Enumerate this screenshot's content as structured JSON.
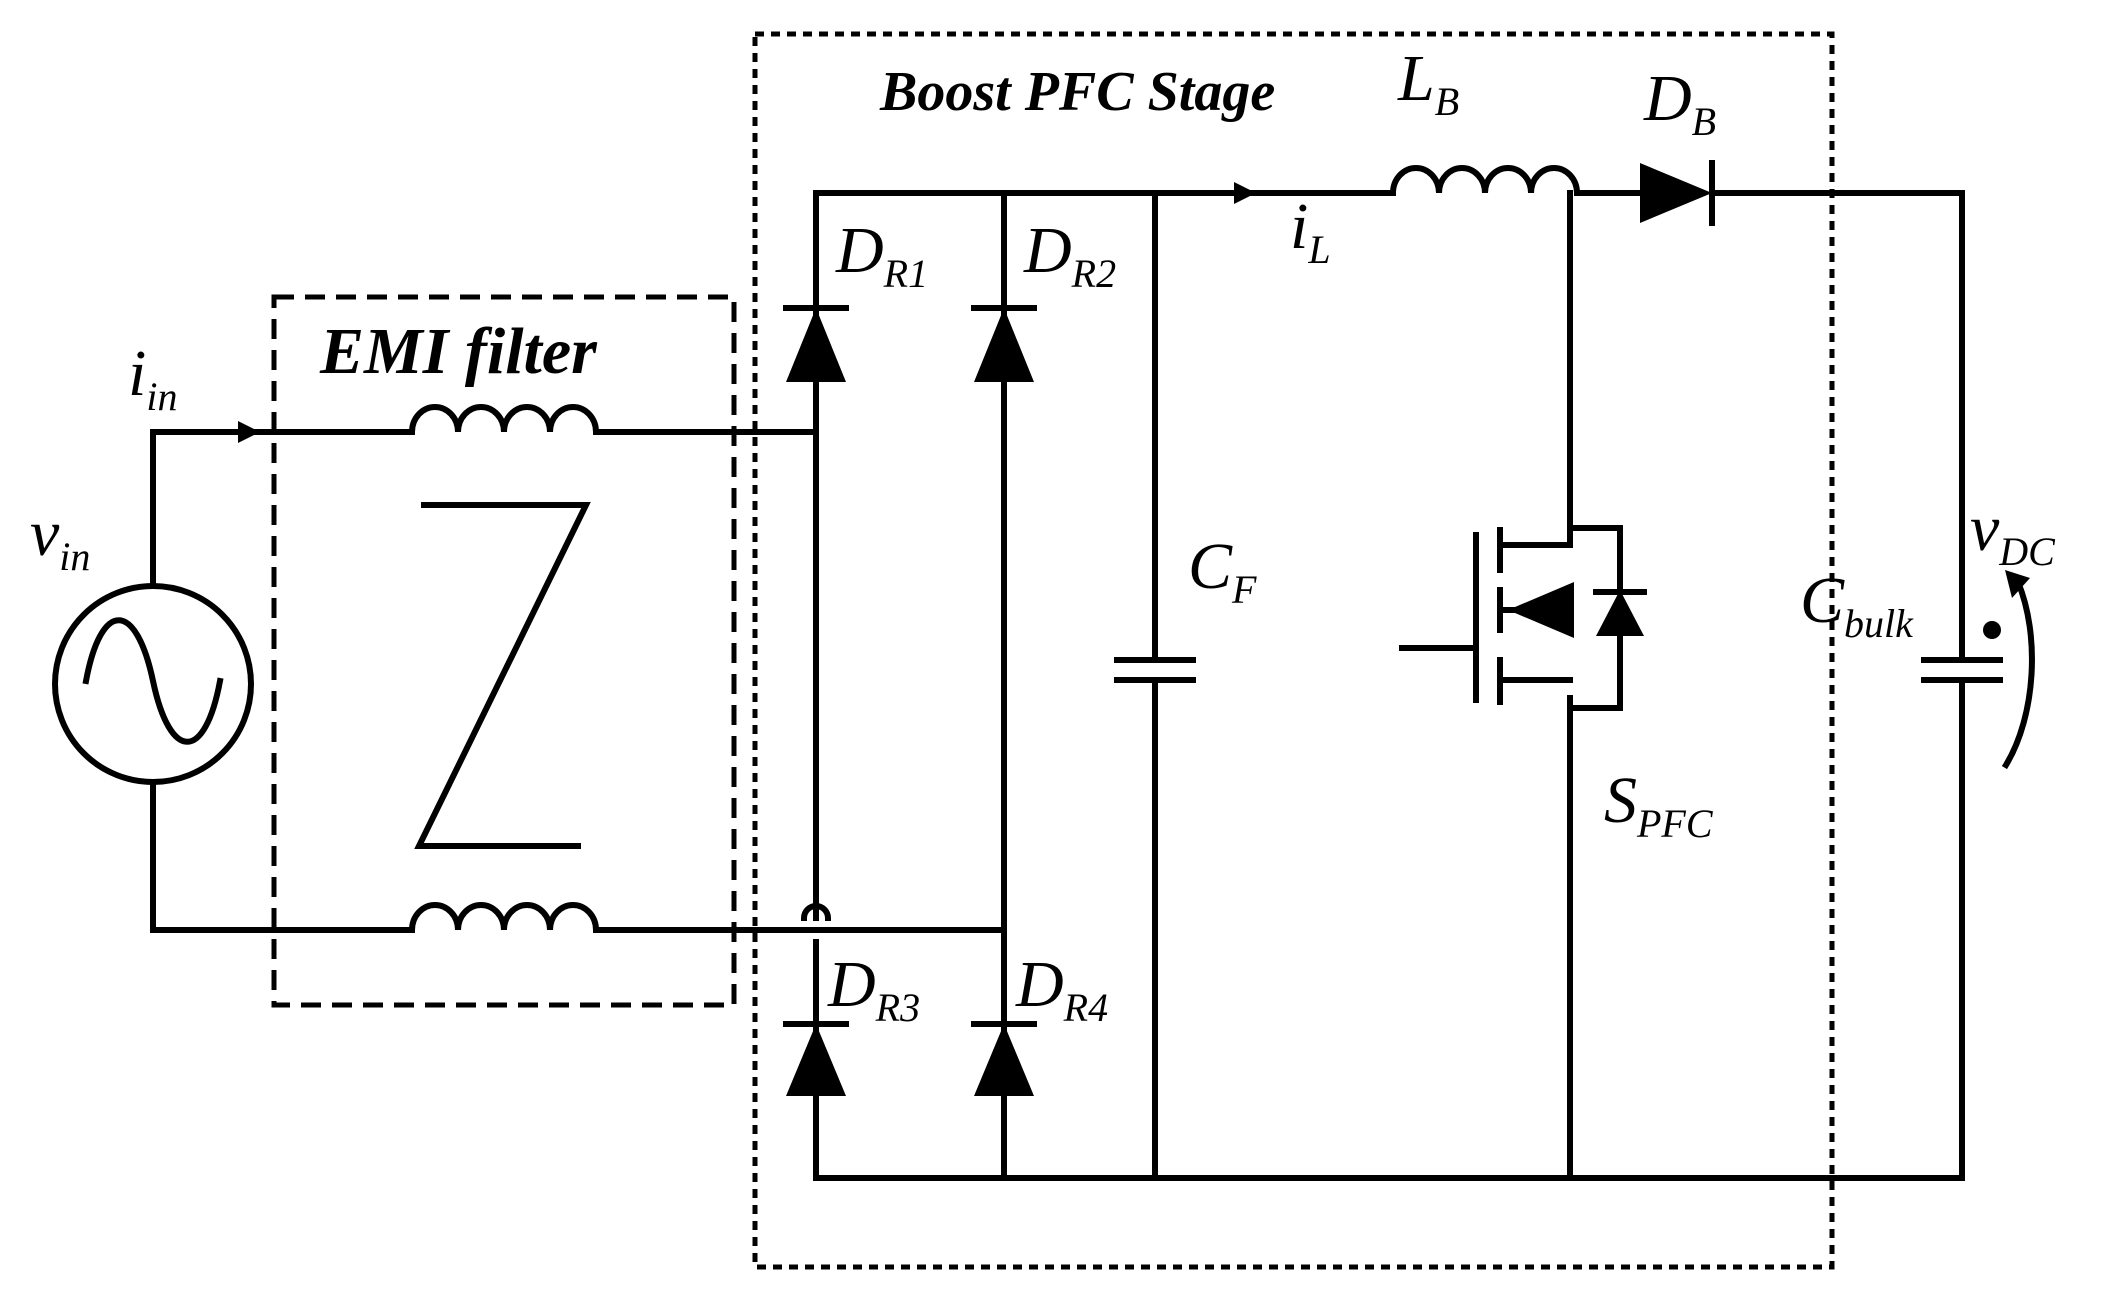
{
  "blocks": {
    "emi": "EMI filter",
    "pfc": "Boost PFC Stage",
    "emi_impedance": "Z"
  },
  "labels": {
    "vin": {
      "main": "v",
      "sub": "in"
    },
    "iin": {
      "main": "i",
      "sub": "in"
    },
    "dr1": {
      "main": "D",
      "sub": "R1"
    },
    "dr2": {
      "main": "D",
      "sub": "R2"
    },
    "dr3": {
      "main": "D",
      "sub": "R3"
    },
    "dr4": {
      "main": "D",
      "sub": "R4"
    },
    "cf": {
      "main": "C",
      "sub": "F"
    },
    "lb": {
      "main": "L",
      "sub": "B"
    },
    "il": {
      "main": "i",
      "sub": "L"
    },
    "db": {
      "main": "D",
      "sub": "B"
    },
    "spfc": {
      "main": "S",
      "sub": "PFC"
    },
    "cbulk": {
      "main": "C",
      "sub": "bulk"
    },
    "vdc": {
      "main": "v",
      "sub": "DC"
    }
  }
}
